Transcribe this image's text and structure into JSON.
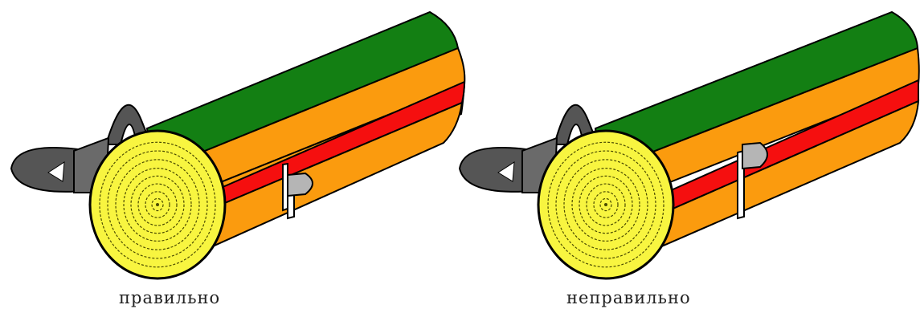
{
  "captions": {
    "correct": "правильно",
    "incorrect": "неправильно"
  },
  "colors": {
    "bark": "#137f13",
    "orange": "#fb9b0e",
    "red": "#f50f0f",
    "wood": "#f8f540",
    "ring": "#4a4a00",
    "chainsaw_dark": "#555555",
    "chainsaw_light": "#b5b5b5",
    "outline": "#000000",
    "background": "#ffffff"
  },
  "icons": {
    "chainsaw": "chainsaw-icon",
    "log": "log-icon"
  },
  "scenes": [
    {
      "id": "correct",
      "cut": "stepped"
    },
    {
      "id": "incorrect",
      "cut": "straight"
    }
  ]
}
